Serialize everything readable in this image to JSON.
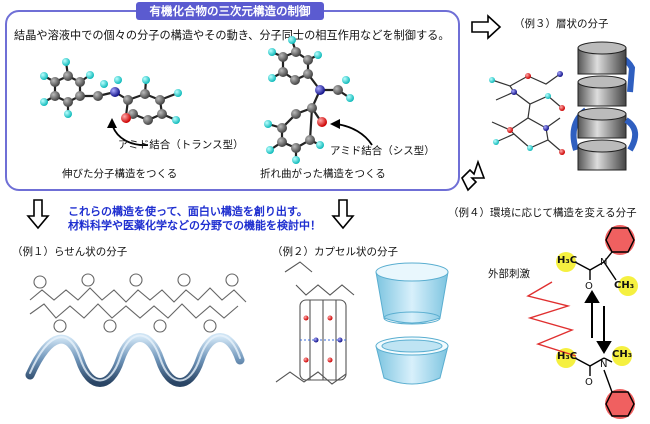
{
  "header": {
    "title": "有機化合物の三次元構造の制御"
  },
  "intro": {
    "text": "結晶や溶液中での個々の分子の構造やその動き、分子同士の相互作用などを制御する。"
  },
  "trans": {
    "label": "アミド結合（トランス型）",
    "caption": "伸びた分子構造をつくる"
  },
  "cis": {
    "label": "アミド結合（シス型）",
    "caption": "折れ曲がった構造をつくる"
  },
  "message": {
    "line1": "これらの構造を使って、面白い構造を創り出す。",
    "line2": "材料科学や医薬化学などの分野での機能を検討中！"
  },
  "examples": {
    "ex1": "（例１）らせん状の分子",
    "ex2": "（例２）カプセル状の分子",
    "ex3": "（例３）層状の分子",
    "ex4": "（例４）環境に応じて構造を変える分子"
  },
  "stimulus": {
    "label": "外部刺激"
  },
  "switch_molecule": {
    "top": {
      "left_group": "H₃C",
      "o": "O",
      "n": "N",
      "right_group": "CH₃"
    },
    "bottom": {
      "left_group": "H₃C",
      "o": "O",
      "n": "N",
      "right_group": "CH₃"
    }
  },
  "colors": {
    "accent": "#5b5bd0",
    "highlight_blue": "#1f2fd0",
    "red_ring": "#f06060",
    "yellow_group": "#f5f040"
  }
}
